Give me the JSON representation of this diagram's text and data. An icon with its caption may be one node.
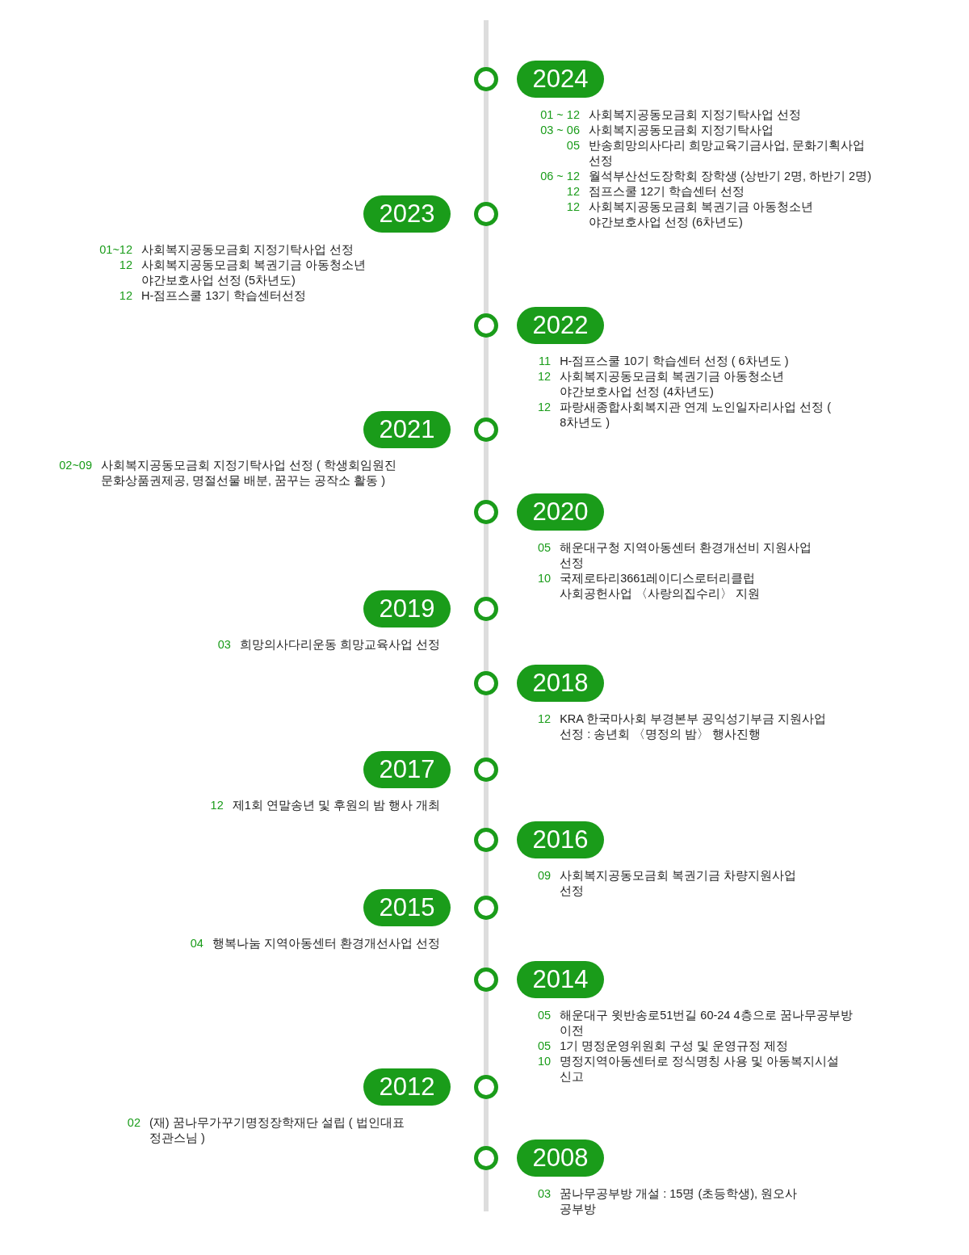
{
  "diagram": {
    "nodes": [
      {
        "text": [
          "2024"
        ],
        "beside": [
          "01 ~ 12",
          "사회복지공동모금회 지정기탁사업 선정",
          "03 ~ 06",
          "사회복지공동모금회 지정기탁사업",
          "05",
          "반송희망의사다리 희망교육기금사업, 문화기획사업 선정",
          "06 ~ 12",
          "월석부산선도장학회 장학생 (상반기 2명, 하반기 2명)",
          "12",
          "점프스쿨 12기 학습센터 선정",
          "12",
          "사회복지공동모금회 복권기금 아동청소년 야간보호사업 선정 (6차년도)"
        ]
      },
      {
        "text": [
          "2023"
        ],
        "beside": [
          "01~12",
          "사회복지공동모금회 지정기탁사업 선정",
          "12",
          "사회복지공동모금회 복권기금 아동청소년 야간보호사업 선정 (5차년도)",
          "12",
          "H-점프스쿨 13기 학습센터선정"
        ]
      },
      {
        "text": [
          "2022"
        ],
        "beside": [
          "11",
          "H-점프스쿨 10기 학습센터 선정 ( 6차년도 )",
          "12",
          "사회복지공동모금회 복권기금 아동청소년 야간보호사업 선정 (4차년도)",
          "12",
          "파랑새종합사회복지관 연계 노인일자리사업 선정 ( 8차년도 )"
        ]
      },
      {
        "text": [
          "2021"
        ],
        "beside": [
          "02~09",
          "사회복지공동모금회 지정기탁사업 선정 ( 학생회임원진 문화상품권제공, 명절선물 배분, 꿈꾸는 공작소 활동 )"
        ]
      },
      {
        "text": [
          "2020"
        ],
        "beside": [
          "05",
          "해운대구청 지역아동센터 환경개선비 지원사업 선정",
          "10",
          "국제로타리3661레이디스로터리클럽 사회공헌사업 〈사랑의집수리〉 지원"
        ]
      },
      {
        "text": [
          "2019"
        ],
        "beside": [
          "03",
          "희망의사다리운동 희망교육사업 선정"
        ]
      },
      {
        "text": [
          "2018"
        ],
        "beside": [
          "12",
          "KRA 한국마사회 부경본부 공익성기부금 지원사업 선정 : 송년회 〈명정의 밤〉 행사진행"
        ]
      },
      {
        "text": [
          "2017"
        ],
        "beside": [
          "12",
          "제1회 연말송년 및 후원의 밤 행사 개최"
        ]
      },
      {
        "text": [
          "2016"
        ],
        "beside": [
          "09",
          "사회복지공동모금회 복권기금 차량지원사업 선정"
        ]
      },
      {
        "text": [
          "2015"
        ],
        "beside": [
          "04",
          "행복나눔 지역아동센터 환경개선사업 선정"
        ]
      },
      {
        "text": [
          "2014"
        ],
        "beside": [
          "05",
          "해운대구 윗반송로51번길 60-24 4층으로 꿈나무공부방 이전",
          "05",
          "1기 명정운영위원회 구성 및 운영규정 제정",
          "10",
          "명정지역아동센터로 정식명칭 사용 및 아동복지시설 신고"
        ]
      },
      {
        "text": [
          "2012"
        ],
        "beside": [
          "02",
          "(재) 꿈나무가꾸기명정장학재단 설립 ( 법인대표 정관스님 )"
        ]
      },
      {
        "text": [
          "2008"
        ],
        "beside": [
          "03",
          "꿈나무공부방 개설 : 15명 (초등학생), 원오사 공부방"
        ]
      }
    ]
  }
}
